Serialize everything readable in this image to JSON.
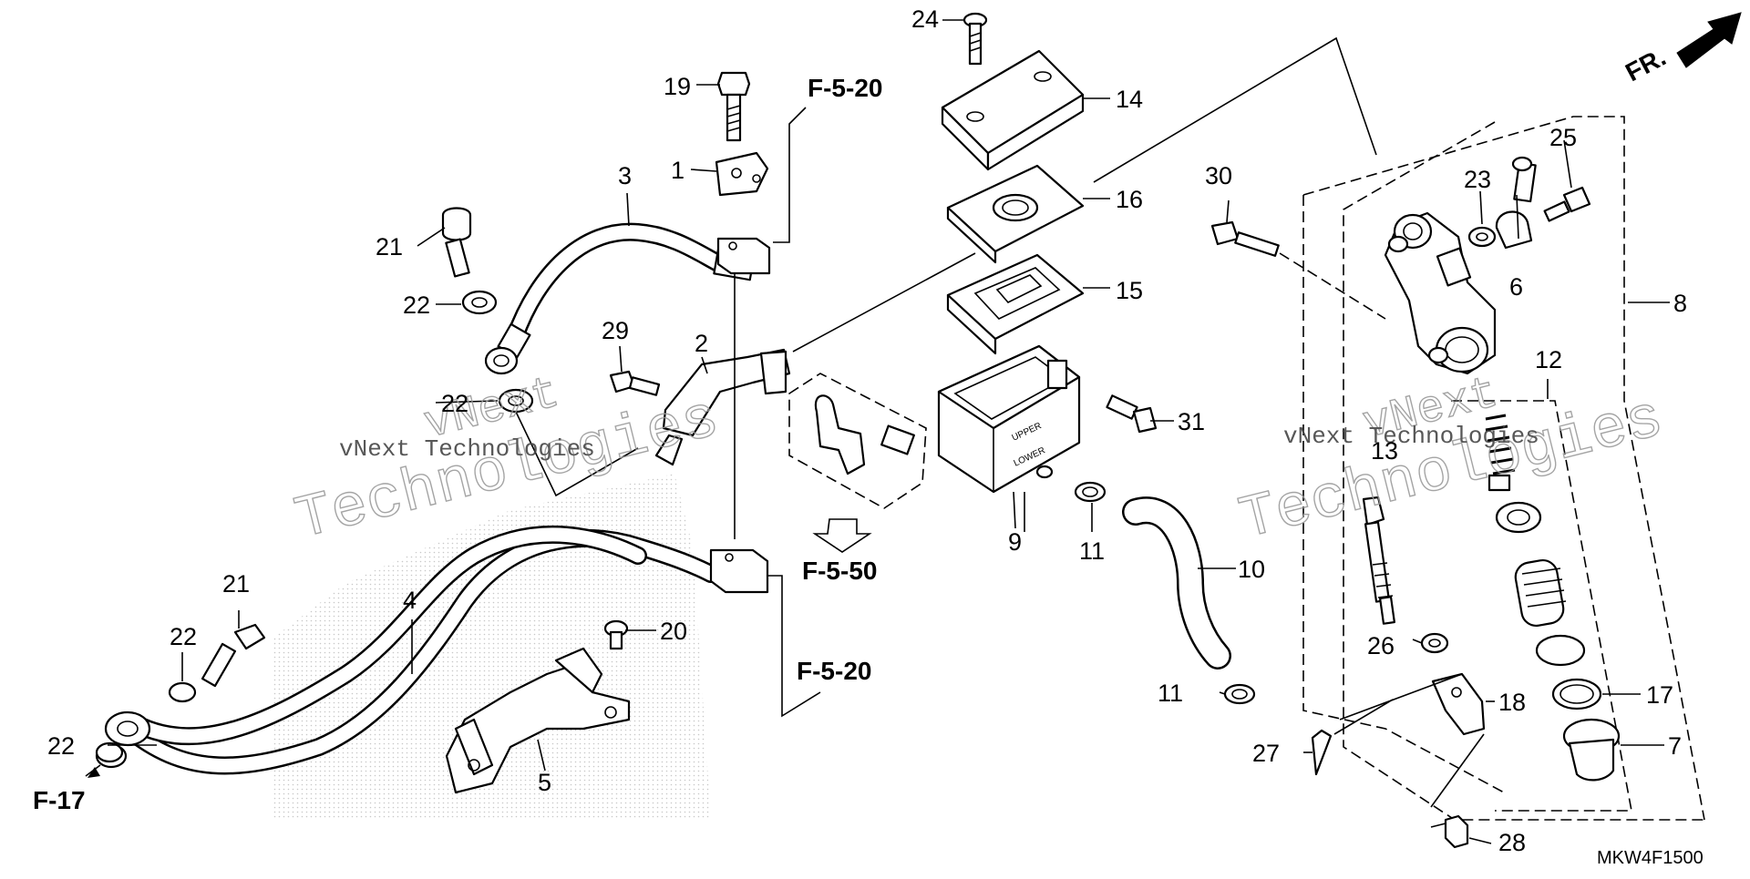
{
  "diagram": {
    "code": "MKW4F1500",
    "direction_label": "FR.",
    "watermark": {
      "brand": "vNext",
      "word": "Technologies",
      "full": "vNext Technologies"
    },
    "references": [
      "F-5-20",
      "F-5-50",
      "F-5-20",
      "F-17"
    ],
    "part_numbers": [
      "1",
      "2",
      "3",
      "4",
      "5",
      "6",
      "7",
      "8",
      "9",
      "10",
      "11",
      "11",
      "12",
      "13",
      "14",
      "15",
      "16",
      "17",
      "18",
      "19",
      "20",
      "21",
      "21",
      "22",
      "22",
      "22",
      "22",
      "23",
      "24",
      "25",
      "26",
      "27",
      "28",
      "29",
      "30",
      "31"
    ],
    "parts": [
      {
        "id": "1",
        "label": "1"
      },
      {
        "id": "2",
        "label": "2"
      },
      {
        "id": "3",
        "label": "3"
      },
      {
        "id": "4",
        "label": "4"
      },
      {
        "id": "5",
        "label": "5"
      },
      {
        "id": "6",
        "label": "6"
      },
      {
        "id": "7",
        "label": "7"
      },
      {
        "id": "8",
        "label": "8"
      },
      {
        "id": "9",
        "label": "9"
      },
      {
        "id": "10",
        "label": "10"
      },
      {
        "id": "11a",
        "label": "11"
      },
      {
        "id": "11b",
        "label": "11"
      },
      {
        "id": "12",
        "label": "12"
      },
      {
        "id": "13",
        "label": "13"
      },
      {
        "id": "14",
        "label": "14"
      },
      {
        "id": "15",
        "label": "15"
      },
      {
        "id": "16",
        "label": "16"
      },
      {
        "id": "17",
        "label": "17"
      },
      {
        "id": "18",
        "label": "18"
      },
      {
        "id": "19",
        "label": "19"
      },
      {
        "id": "20",
        "label": "20"
      },
      {
        "id": "21a",
        "label": "21"
      },
      {
        "id": "21b",
        "label": "21"
      },
      {
        "id": "22a",
        "label": "22"
      },
      {
        "id": "22b",
        "label": "22"
      },
      {
        "id": "22c",
        "label": "22"
      },
      {
        "id": "22d",
        "label": "22"
      },
      {
        "id": "23",
        "label": "23"
      },
      {
        "id": "24",
        "label": "24"
      },
      {
        "id": "25",
        "label": "25"
      },
      {
        "id": "26",
        "label": "26"
      },
      {
        "id": "27",
        "label": "27"
      },
      {
        "id": "28",
        "label": "28"
      },
      {
        "id": "29",
        "label": "29"
      },
      {
        "id": "30",
        "label": "30"
      },
      {
        "id": "31",
        "label": "31"
      }
    ],
    "reservoir_marks": {
      "upper": "UPPER",
      "lower": "LOWER"
    }
  }
}
